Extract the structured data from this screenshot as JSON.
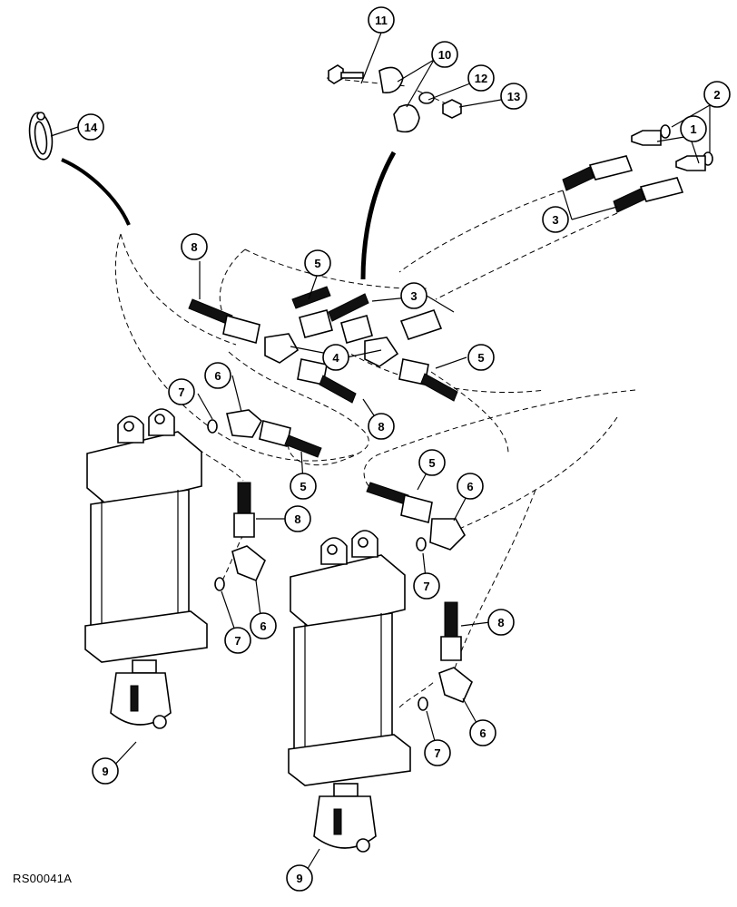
{
  "figure": {
    "reference_code": "RS00041A"
  },
  "callouts": [
    {
      "id": "c11a",
      "label": "11"
    },
    {
      "id": "c10a",
      "label": "10"
    },
    {
      "id": "c12a",
      "label": "12"
    },
    {
      "id": "c13a",
      "label": "13"
    },
    {
      "id": "c14a",
      "label": "14"
    },
    {
      "id": "c2a",
      "label": "2"
    },
    {
      "id": "c1a",
      "label": "1"
    },
    {
      "id": "c3a",
      "label": "3"
    },
    {
      "id": "c8a",
      "label": "8"
    },
    {
      "id": "c5a",
      "label": "5"
    },
    {
      "id": "c3b",
      "label": "3"
    },
    {
      "id": "c4a",
      "label": "4"
    },
    {
      "id": "c5b",
      "label": "5"
    },
    {
      "id": "c7a",
      "label": "7"
    },
    {
      "id": "c6a",
      "label": "6"
    },
    {
      "id": "c8b",
      "label": "8"
    },
    {
      "id": "c5c",
      "label": "5"
    },
    {
      "id": "c5d",
      "label": "5"
    },
    {
      "id": "c6b",
      "label": "6"
    },
    {
      "id": "c8c",
      "label": "8"
    },
    {
      "id": "c7b",
      "label": "7"
    },
    {
      "id": "c6c",
      "label": "6"
    },
    {
      "id": "c7c",
      "label": "7"
    },
    {
      "id": "c8d",
      "label": "8"
    },
    {
      "id": "c6d",
      "label": "6"
    },
    {
      "id": "c7d",
      "label": "7"
    },
    {
      "id": "c9a",
      "label": "9"
    },
    {
      "id": "c9b",
      "label": "9"
    }
  ]
}
